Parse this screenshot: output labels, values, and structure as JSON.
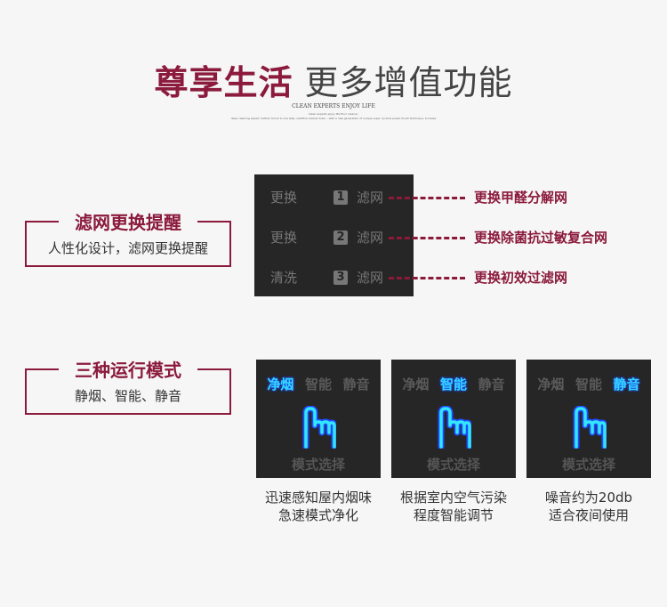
{
  "header": {
    "title_accent": "尊享生活",
    "title_rest": " 更多增值功能",
    "subtitle": "CLEAN EXPERTS ENJOY LIFE",
    "tagline1": "Clean experts enjoy life floor cleaner,",
    "tagline2": "deep cleaning expert: bottom brush in one step, redefine cleaner tube -- with a new generation of unique super cyclone power brush technique, increase"
  },
  "filter_section": {
    "title": "滤网更换提醒",
    "desc": "人性化设计，滤网更换提醒",
    "rows": [
      {
        "action": "更换",
        "num": "1",
        "item": "滤网",
        "label": "更换甲醛分解网"
      },
      {
        "action": "更换",
        "num": "2",
        "item": "滤网",
        "label": "更换除菌抗过敏复合网"
      },
      {
        "action": "清洗",
        "num": "3",
        "item": "滤网",
        "label": "更换初效过滤网"
      }
    ]
  },
  "mode_section": {
    "title": "三种运行模式",
    "desc": "静烟、智能、静音",
    "tabs": [
      "净烟",
      "智能",
      "静音"
    ],
    "select_label": "模式选择",
    "panels": [
      {
        "active": 0,
        "cap1": "迅速感知屋内烟味",
        "cap2": "急速模式净化"
      },
      {
        "active": 1,
        "cap1": "根据室内空气污染",
        "cap2": "程度智能调节"
      },
      {
        "active": 2,
        "cap1": "噪音约为20db",
        "cap2": "适合夜间使用"
      }
    ]
  },
  "colors": {
    "accent": "#8b1a3c",
    "active_mode": "#33d6ff"
  }
}
